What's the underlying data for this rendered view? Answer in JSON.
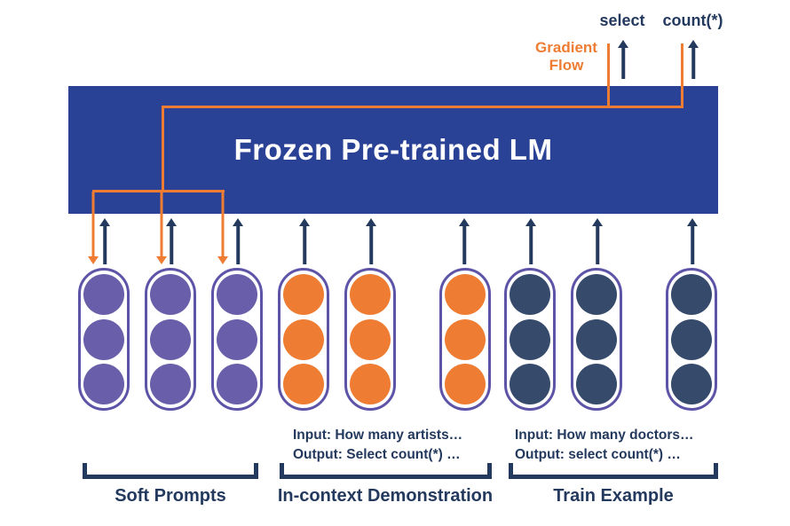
{
  "lm": {
    "title": "Frozen Pre-trained LM"
  },
  "outputs": {
    "select": "select",
    "count": "count(*)"
  },
  "gradient_flow": {
    "line1": "Gradient",
    "line2": "Flow"
  },
  "incontext_example": {
    "input_line": "Input: How many artists…",
    "output_line": "Output: Select count(*) …"
  },
  "train_example": {
    "input_line": "Input: How many doctors…",
    "output_line": "Output: select count(*) …"
  },
  "group_labels": {
    "soft_prompts": "Soft Prompts",
    "incontext": "In-context Demonstration",
    "train": "Train Example"
  },
  "capsule_groups": [
    {
      "name": "soft-prompts",
      "capsules": 3,
      "dots_per_capsule": 3,
      "dot_color": "#685ea9"
    },
    {
      "name": "incontext-demonstration",
      "capsules": 3,
      "dots_per_capsule": 3,
      "dot_color": "#ee7d33"
    },
    {
      "name": "train-example",
      "capsules": 3,
      "dots_per_capsule": 3,
      "dot_color": "#364a6b"
    }
  ],
  "colors": {
    "lm_box": "#2a4296",
    "navy": "#24395e",
    "orange": "#ee7d33",
    "capsule_outline": "#5d54a8",
    "soft_prompt_fill": "#685ea9",
    "incontext_fill": "#ee7d33",
    "train_fill": "#364a6b",
    "title_text": "#ffffff"
  }
}
